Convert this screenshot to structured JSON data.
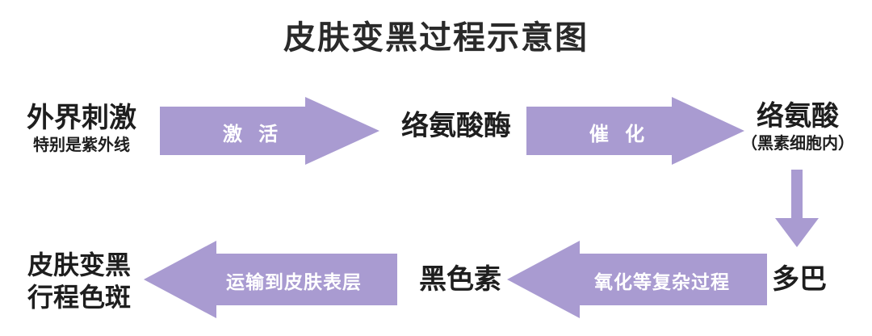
{
  "title": "皮肤变黑过程示意图",
  "colors": {
    "arrow_fill": "#a99bd1",
    "text": "#1e1e1e",
    "arrow_text": "#ffffff"
  },
  "nodes": {
    "external_stimulus": {
      "main": "外界刺激",
      "sub": "特别是紫外线"
    },
    "tyrosinase": {
      "main": "络氨酸酶"
    },
    "tyrosine": {
      "main": "络氨酸",
      "sub": "（黑素细胞内）"
    },
    "dopa": {
      "main": "多巴"
    },
    "melanin": {
      "main": "黑色素"
    },
    "darkening": {
      "line1": "皮肤变黑",
      "line2": "行程色斑"
    }
  },
  "arrows": {
    "activate": "激 活",
    "catalyze": "催 化",
    "oxidize": "氧化等复杂过程",
    "transport": "运输到皮肤表层"
  }
}
